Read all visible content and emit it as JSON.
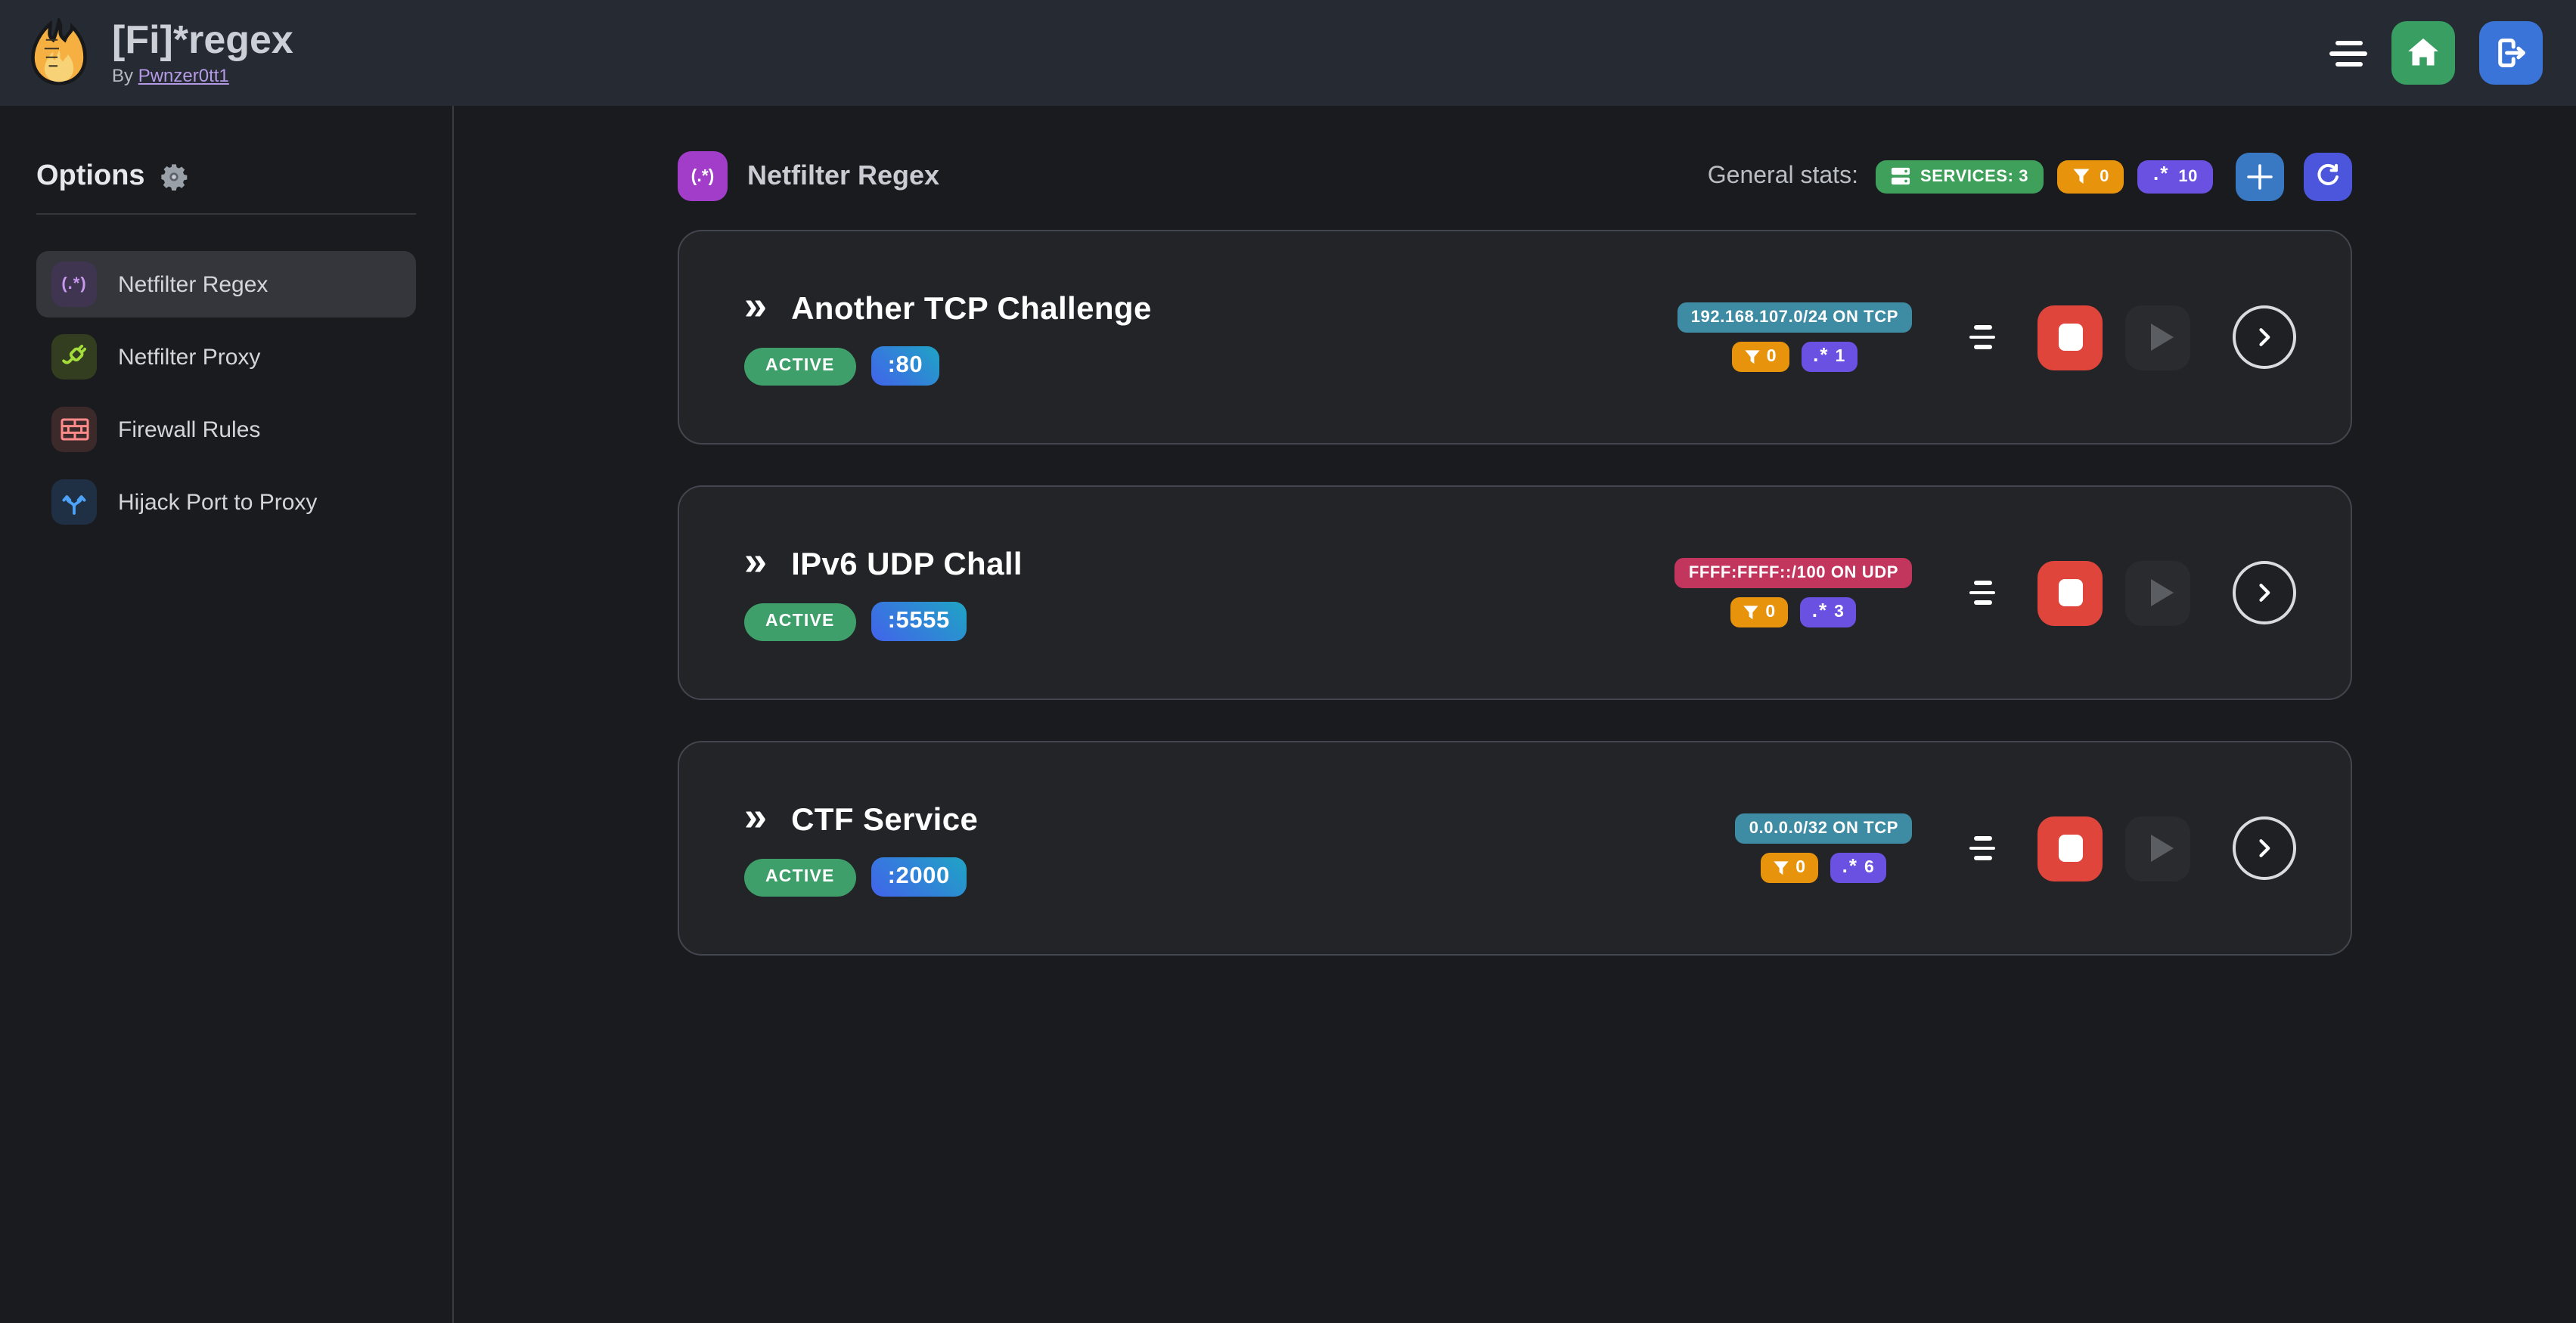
{
  "navbar": {
    "title": "[Fi]*regex",
    "byline_prefix": "By",
    "byline_link": "Pwnzer0tt1"
  },
  "sidebar": {
    "heading": "Options",
    "items": [
      {
        "label": "Netfilter Regex",
        "icon": "regex-icon",
        "icon_glyph": "(.*)",
        "selected": true
      },
      {
        "label": "Netfilter Proxy",
        "icon": "plug-icon",
        "selected": false
      },
      {
        "label": "Firewall Rules",
        "icon": "brick-wall-icon",
        "selected": false
      },
      {
        "label": "Hijack Port to Proxy",
        "icon": "split-arrows-icon",
        "selected": false
      }
    ]
  },
  "main": {
    "section": {
      "icon_glyph": "(.*)",
      "title": "Netfilter Regex"
    },
    "stats": {
      "label": "General stats:",
      "services_badge": "SERVICES: 3",
      "filters_count": "0",
      "regexes_count": "10"
    },
    "services": [
      {
        "name": "Another TCP Challenge",
        "status": "ACTIVE",
        "port": ":80",
        "address": "192.168.107.0/24 ON TCP",
        "address_color": "#3d8ca3",
        "filters_count": "0",
        "regexes_count": "1"
      },
      {
        "name": "IPv6 UDP Chall",
        "status": "ACTIVE",
        "port": ":5555",
        "address": "FFFF:FFFF::/100 ON UDP",
        "address_color": "#c2365e",
        "filters_count": "0",
        "regexes_count": "3"
      },
      {
        "name": "CTF Service",
        "status": "ACTIVE",
        "port": ":2000",
        "address": "0.0.0.0/32 ON TCP",
        "address_color": "#3d8ca3",
        "filters_count": "0",
        "regexes_count": "6"
      }
    ]
  },
  "icons": {
    "regex_glyph": ".*"
  },
  "palette": {
    "navbar_bg": "#262a33",
    "page_bg": "#1a1b1e",
    "card_bg": "#222428",
    "card_border": "#42464e",
    "selected_item_bg": "#34363b",
    "green": "#3fa05c",
    "active_green": "#3f9f6a",
    "orange": "#e8930c",
    "violet": "#6b51e2",
    "teal_badge": "#3d8ca3",
    "pink_badge": "#c2365e",
    "port_gradient_from": "#4263eb",
    "port_gradient_to": "#1fa4c4",
    "home_btn": "#389e62",
    "logout_btn": "#3b74d8",
    "add_btn": "#3978c2",
    "refresh_btn": "#4c56dd",
    "stop_btn": "#e0453c",
    "link": "#b49ae4",
    "section_icon_bg": "#a13dc9"
  }
}
